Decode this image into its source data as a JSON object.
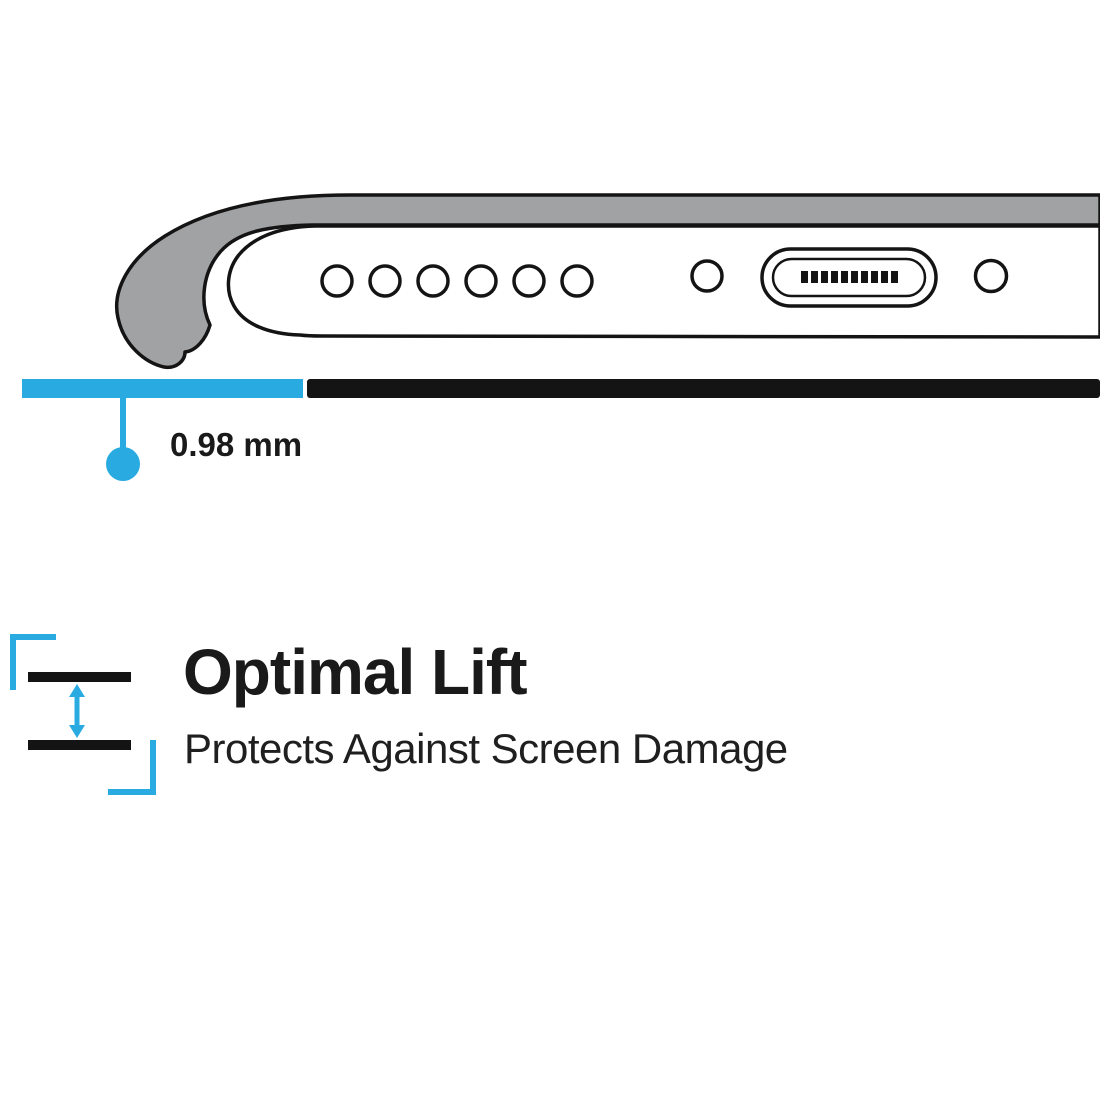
{
  "illustration": {
    "measurement_label": "0.98 mm"
  },
  "feature": {
    "title": "Optimal Lift",
    "subtitle": "Protects Against Screen Damage"
  },
  "colors": {
    "accent": "#29ABE2",
    "case_gray": "#A1A2A4",
    "ink": "#141414",
    "background": "#FFFFFF"
  }
}
